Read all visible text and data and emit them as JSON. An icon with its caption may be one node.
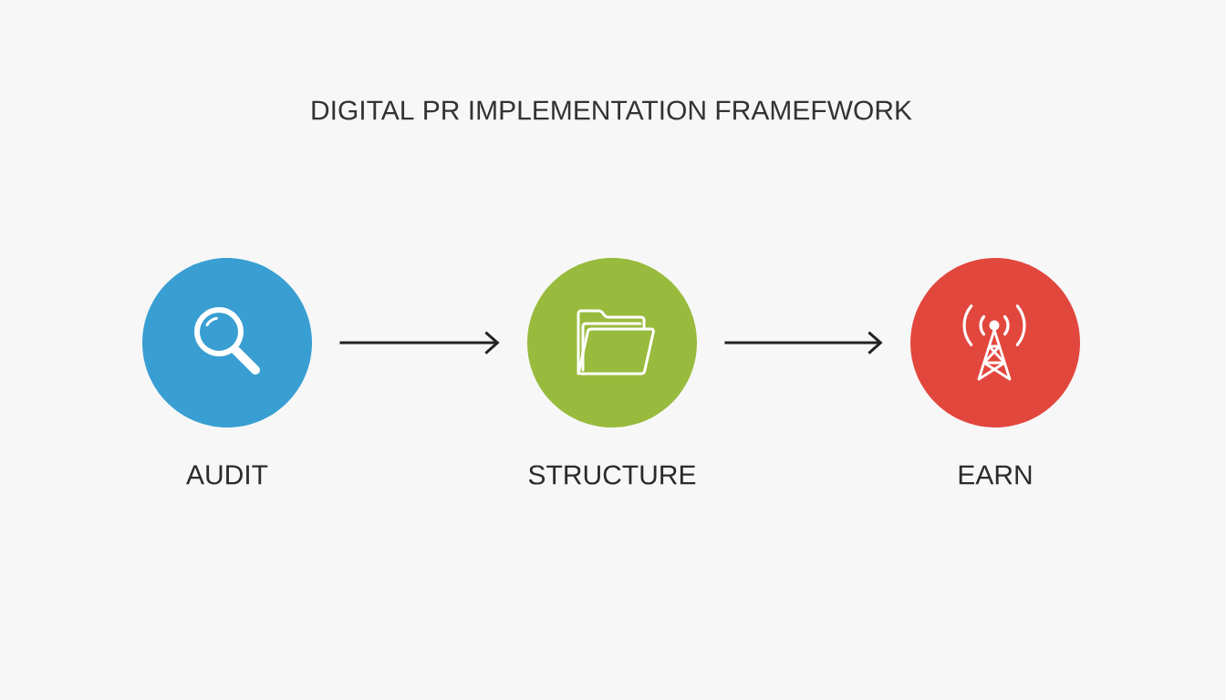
{
  "diagram": {
    "title": "DIGITAL PR IMPLEMENTATION FRAMEFWORK",
    "nodes": [
      {
        "text": [
          "AUDIT"
        ]
      },
      {
        "text": [
          "STRUCTURE"
        ]
      },
      {
        "text": [
          "EARN"
        ]
      }
    ],
    "edges": [
      {
        "from": 0,
        "to": 1,
        "arrow": "to"
      },
      {
        "from": 1,
        "to": 2,
        "arrow": "to"
      }
    ]
  }
}
